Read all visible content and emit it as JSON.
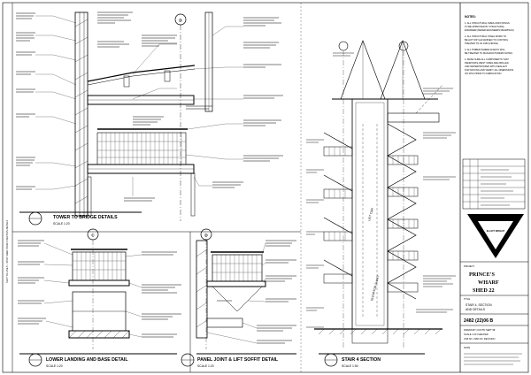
{
  "details": {
    "tower_bridge": {
      "letter": "D",
      "title": "TOWER TO BRIDGE DETAILS",
      "scale": "SCALE 1:20"
    },
    "lower_landing": {
      "letter": "C",
      "title": "LOWER LANDING AND BASE DETAIL",
      "scale": "SCALE 1:20"
    },
    "panel_joint": {
      "letter": "D",
      "title": "PANEL JOINT & LIFT SOFFIT DETAIL",
      "scale": "SCALE 1:20"
    },
    "stair_section": {
      "title": "STAIR 4   SECTION",
      "scale": "SCALE 1:50"
    }
  },
  "section_markers": [
    "C",
    "D"
  ],
  "stair_labels": {
    "lift_car": "LIFT CAR",
    "elevator_shaft": "ELEVATOR SHAFT"
  },
  "notes": {
    "heading": "NOTES:",
    "lines": [
      "1. ALL STRUCTURAL SIZES AND FIXINGS",
      "TO BE APPROVED BY STRUCTURAL",
      "ENGINEER (REFER ENGINEERS DRAWINGS)",
      "2. ALL STRUCTURAL STEEL WORK TO",
      "BE HOT DIP GALVANISED TO CONTROL",
      "TREATED TO AS 1650 (FENCE)",
      "3. ALL TIMBER WHERE ALWAYS WILL",
      "BE TREATED TO MANUFACTURERS NOTES",
      "4. MAKE SURE ALL COMPONENTS THAT",
      "PENETRATE WEST SIDES ARE DRILLED",
      "AND WATERPROOFED WITH SEALANT",
      "FOR MOVING AND VERIFY ALL DIMENSIONS",
      "ON SITE PRIOR TO FABRICATION"
    ]
  },
  "logo_text": "ELLIOT WRIGHT",
  "title_block": {
    "project_label": "PROJECT",
    "project_line1": "PRINCE'S",
    "project_line2": "WHARF",
    "project_line3": "SHED 22",
    "title_label": "TITLE",
    "title_line1": "STAIR 4, SECTION",
    "title_line2": "AND DETAILS",
    "drawing_number": "2482 (22)06 B",
    "fields": [
      "DRAWN BY  CONT'D   SEPT 98",
      "SCALE  1:20      CHECKED",
      "JOB NO.  2482 NO.   REVISION"
    ],
    "note_label": "NOTE"
  },
  "side_text": "SLOT TO LINE 5 – SPUT SHED STAIR 4 SECTION DETAILS"
}
